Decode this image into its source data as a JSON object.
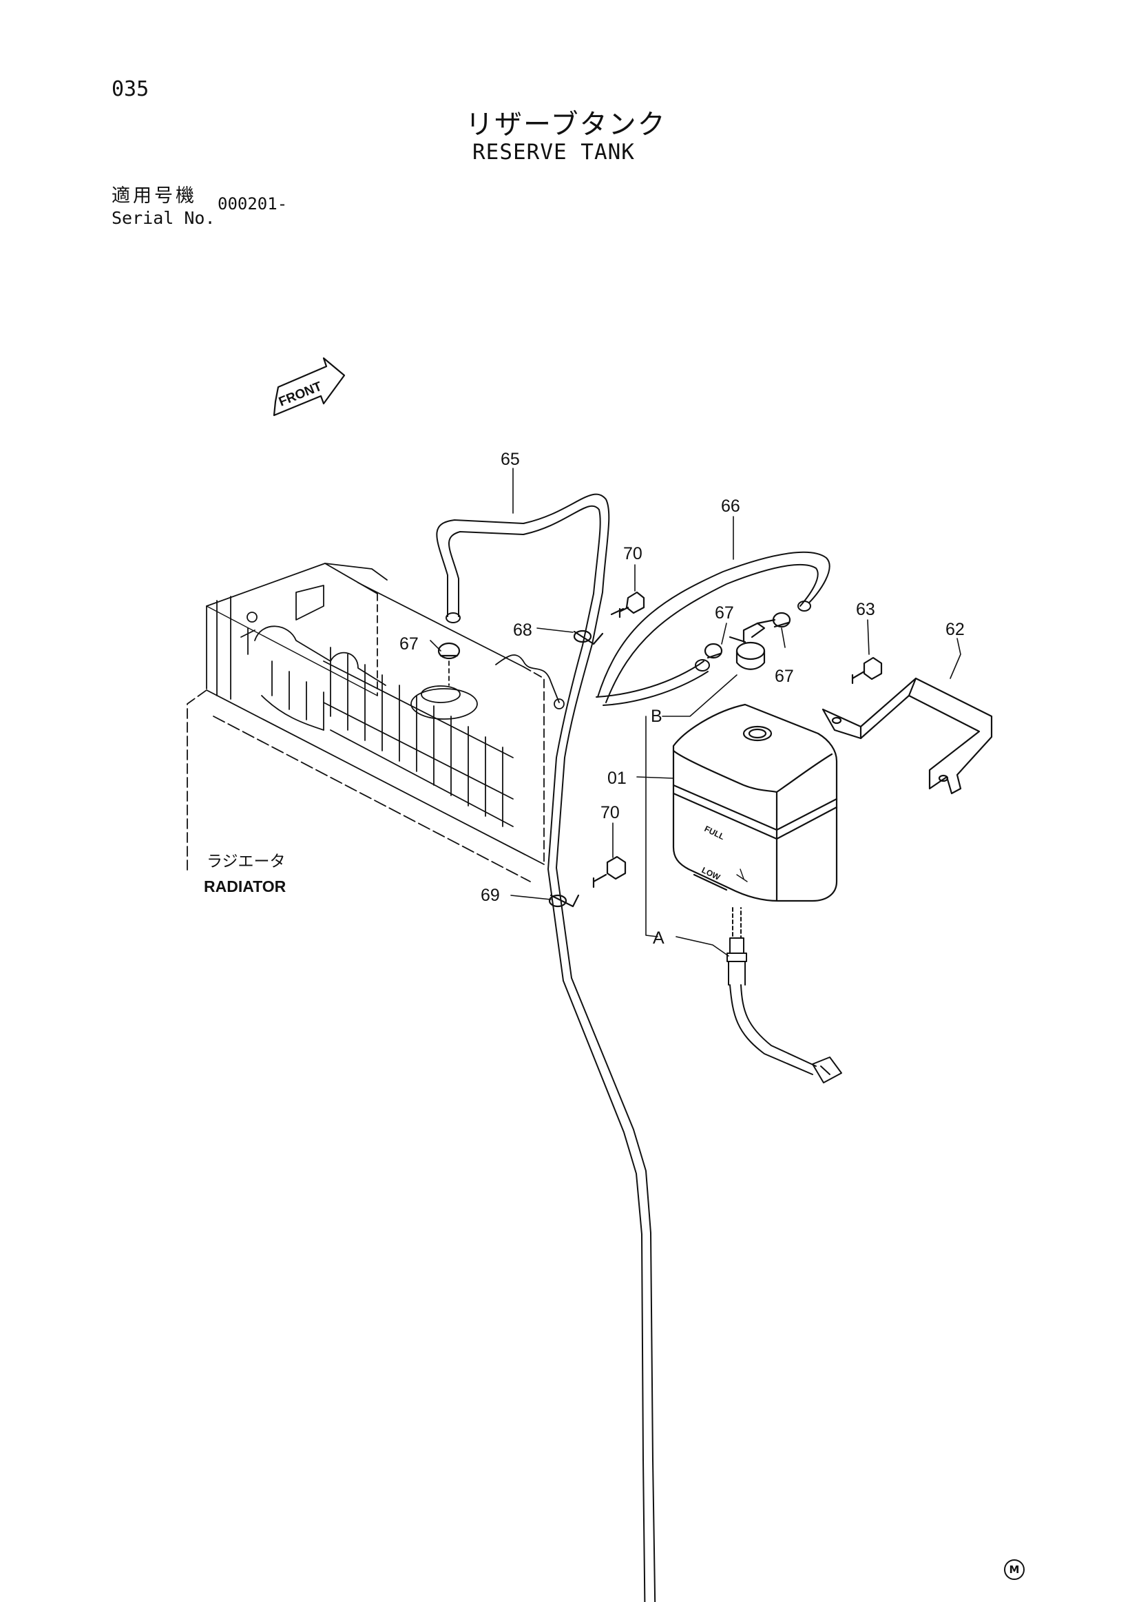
{
  "header": {
    "page_number": "035",
    "title_jp": "リザーブタンク",
    "title_en": "RESERVE TANK",
    "serial_label_jp": "適用号機",
    "serial_label_en": "Serial No.",
    "serial_value": "000201-"
  },
  "diagram": {
    "front_label": "FRONT",
    "radiator_label_jp": "ラジエータ",
    "radiator_label_en": "RADIATOR",
    "tank_full_label": "FULL",
    "tank_low_label": "LOW",
    "callouts": {
      "c65": "65",
      "c66": "66",
      "c70a": "70",
      "c70b": "70",
      "c68": "68",
      "c67a": "67",
      "c67b": "67",
      "c67c": "67",
      "c63": "63",
      "c62": "62",
      "cB": "B",
      "c01": "01",
      "c69": "69",
      "cA": "A"
    }
  },
  "footer": {
    "mark": "M"
  }
}
